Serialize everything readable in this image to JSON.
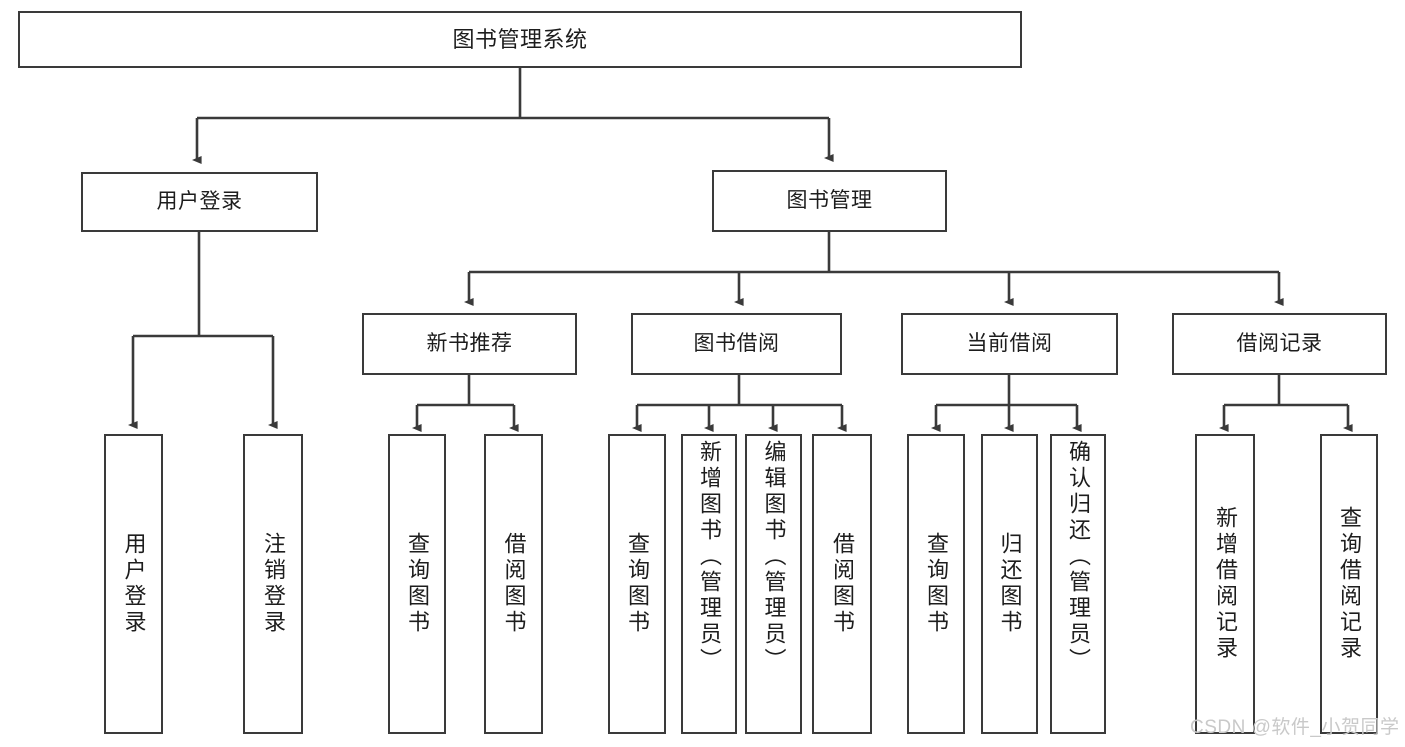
{
  "diagram": {
    "type": "tree-hierarchy",
    "title": "图书管理系统",
    "watermark": "CSDN @软件_小贺同学",
    "colors": {
      "box_border": "#3a3a3a",
      "box_fill": "#ffffff",
      "connector": "#3a3a3a",
      "text": "#1d1d1d",
      "watermark": "#c9c9c9",
      "background": "#ffffff"
    },
    "levels": {
      "root": {
        "label": "图书管理系统"
      },
      "level1": [
        {
          "id": "user-login",
          "label": "用户登录"
        },
        {
          "id": "book-manage",
          "label": "图书管理"
        }
      ],
      "level2": [
        {
          "id": "new-book-recommend",
          "label": "新书推荐",
          "parent": "book-manage"
        },
        {
          "id": "book-borrow",
          "label": "图书借阅",
          "parent": "book-manage"
        },
        {
          "id": "current-borrow",
          "label": "当前借阅",
          "parent": "book-manage"
        },
        {
          "id": "borrow-record",
          "label": "借阅记录",
          "parent": "book-manage"
        }
      ],
      "leaves": [
        {
          "id": "leaf-user-login",
          "label": "用户登录",
          "parent": "user-login"
        },
        {
          "id": "leaf-logout-login",
          "label": "注销登录",
          "parent": "user-login"
        },
        {
          "id": "leaf-query-book-1",
          "label": "查询图书",
          "parent": "new-book-recommend"
        },
        {
          "id": "leaf-borrow-book-1",
          "label": "借阅图书",
          "parent": "new-book-recommend"
        },
        {
          "id": "leaf-query-book-2",
          "label": "查询图书",
          "parent": "book-borrow"
        },
        {
          "id": "leaf-add-book",
          "label": "新增图书（管理员）",
          "parent": "book-borrow"
        },
        {
          "id": "leaf-edit-book",
          "label": "编辑图书（管理员）",
          "parent": "book-borrow"
        },
        {
          "id": "leaf-borrow-book-2",
          "label": "借阅图书",
          "parent": "book-borrow"
        },
        {
          "id": "leaf-query-book-3",
          "label": "查询图书",
          "parent": "current-borrow"
        },
        {
          "id": "leaf-return-book",
          "label": "归还图书",
          "parent": "current-borrow"
        },
        {
          "id": "leaf-confirm-return",
          "label": "确认归还（管理员）",
          "parent": "current-borrow"
        },
        {
          "id": "leaf-add-record",
          "label": "新增借阅记录",
          "parent": "borrow-record"
        },
        {
          "id": "leaf-query-record",
          "label": "查询借阅记录",
          "parent": "borrow-record"
        }
      ]
    }
  }
}
